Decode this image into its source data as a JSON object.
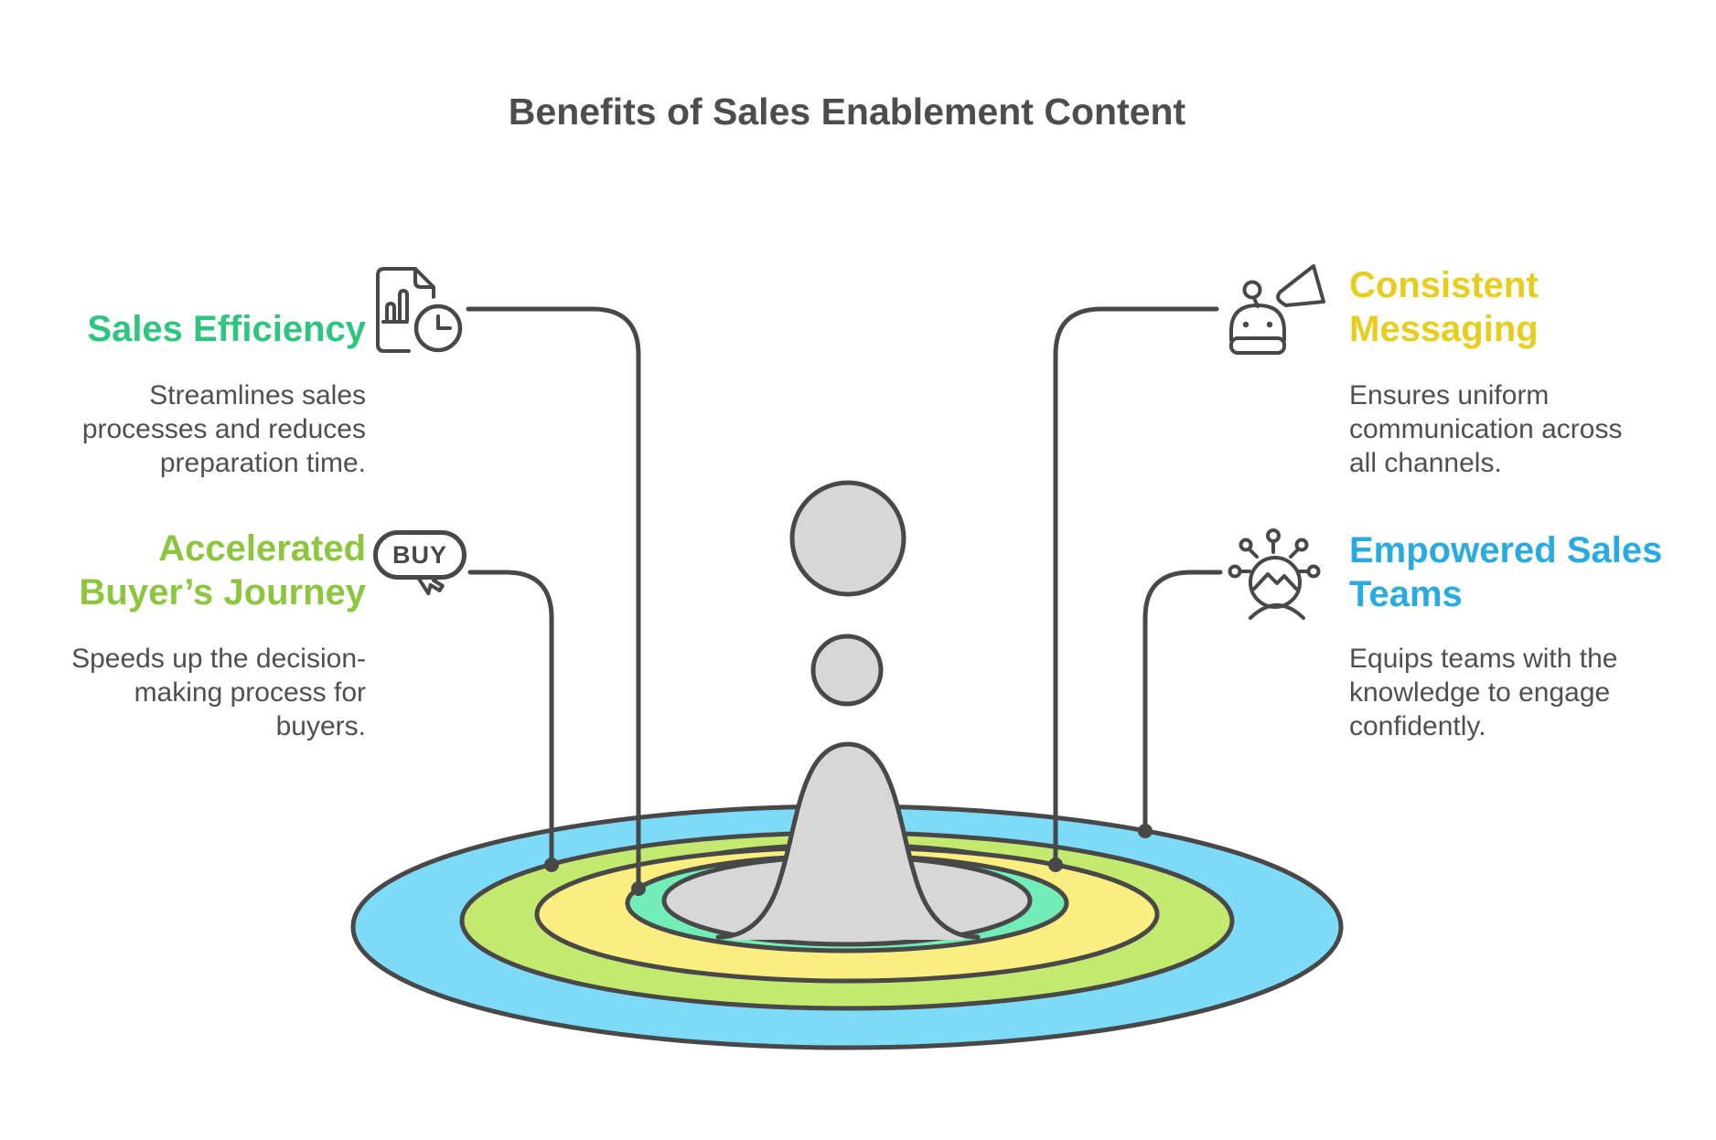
{
  "title": "Benefits of Sales Enablement Content",
  "benefits": [
    {
      "id": "sales-efficiency",
      "heading": "Sales Efficiency",
      "description": "Streamlines sales\nprocesses and reduces\npreparation time.",
      "heading_color": "#2fc57f",
      "icon": "document-chart-clock-icon"
    },
    {
      "id": "accelerated-buyers-journey",
      "heading": "Accelerated\nBuyer’s Journey",
      "description": "Speeds up the decision-\nmaking process for\nbuyers.",
      "heading_color": "#8cc63e",
      "icon": "buy-button-cursor-icon",
      "icon_label": "BUY"
    },
    {
      "id": "consistent-messaging",
      "heading": "Consistent\nMessaging",
      "description": "Ensures uniform\ncommunication across\nall channels.",
      "heading_color": "#e5ce1e",
      "icon": "robot-megaphone-icon"
    },
    {
      "id": "empowered-sales-teams",
      "heading": "Empowered Sales\nTeams",
      "description": "Equips teams with the\nknowledge to engage\nconfidently.",
      "heading_color": "#29abe2",
      "icon": "person-network-icon"
    }
  ],
  "illustration": {
    "name": "water-splash-ripples",
    "ripple_colors": [
      "#7edbf8",
      "#c3e96e",
      "#faee80",
      "#73edb7"
    ],
    "splash_color": "#d7d7d7",
    "outline_color": "#484848"
  }
}
